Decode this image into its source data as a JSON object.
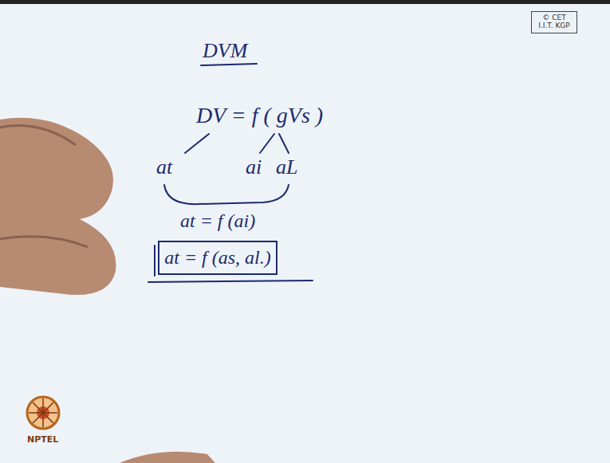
{
  "diagram": {
    "title": "DVM",
    "nodes": [
      {
        "text": [
          "© CET I.I.T. KGP"
        ]
      },
      {
        "text": [
          "at = f (as, al.)"
        ]
      }
    ],
    "labels": [
      "DV = f ( gVs )",
      "at",
      "ai",
      "aL",
      "at = f (ai)",
      "NPTEL"
    ]
  }
}
